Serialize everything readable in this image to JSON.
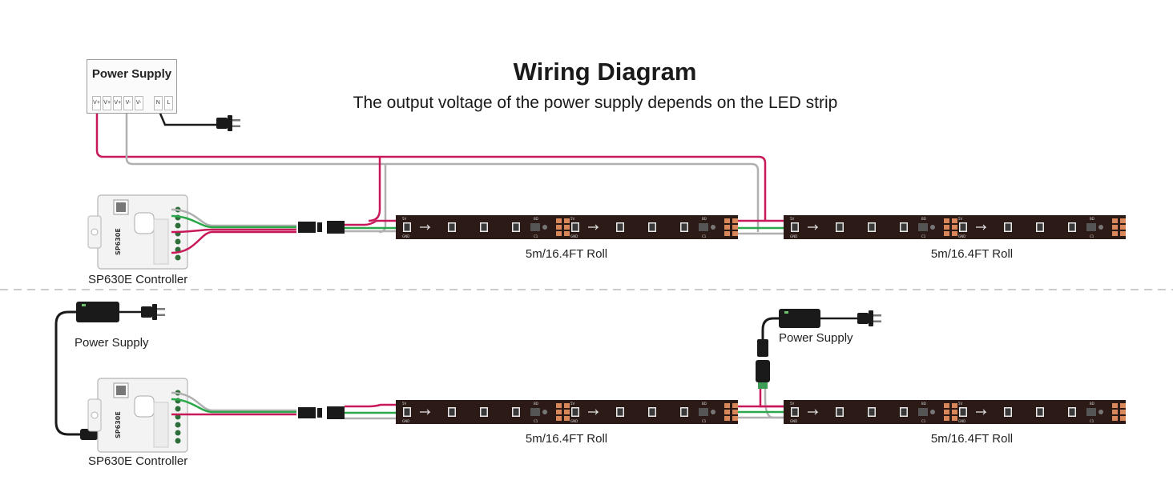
{
  "title": "Wiring Diagram",
  "subtitle": "The output voltage of the power supply depends on the LED strip",
  "top": {
    "power_supply_label": "Power Supply",
    "terminals": [
      "V+",
      "V+",
      "V+",
      "V-",
      "V-",
      "",
      "N",
      "L"
    ],
    "controller_label": "SP630E Controller",
    "roll_labels": [
      "5m/16.4FT Roll",
      "5m/16.4FT Roll"
    ]
  },
  "bottom": {
    "adapter_label_left": "Power Supply",
    "adapter_label_right": "Power Supply",
    "controller_label": "SP630E Controller",
    "roll_labels": [
      "5m/16.4FT Roll",
      "5m/16.4FT Roll"
    ]
  },
  "controller_brand": "SP630E",
  "colors": {
    "wire_red": "#c8185a",
    "wire_green": "#2aa84a",
    "wire_gray": "#b0b0b0",
    "strip": "#2b1a16",
    "pad": "#d7875a",
    "divider": "#cccccc"
  }
}
